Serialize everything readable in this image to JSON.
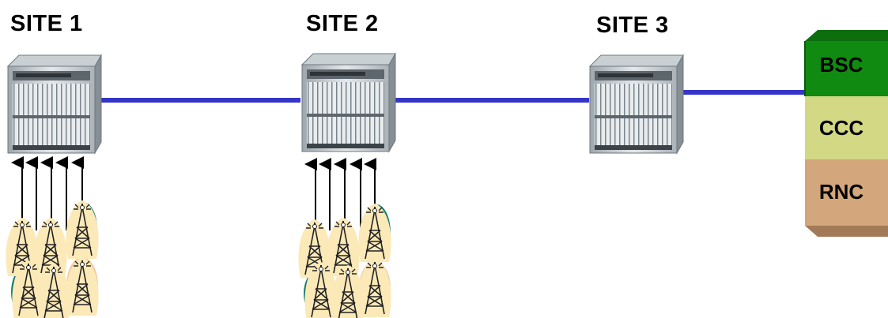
{
  "sites": [
    {
      "label": "SITE 1"
    },
    {
      "label": "SITE 2"
    },
    {
      "label": "SITE 3"
    }
  ],
  "controller_stack": {
    "blocks": [
      {
        "label": "BSC",
        "color": "#118a11"
      },
      {
        "label": "CCC",
        "color": "#d2d884"
      },
      {
        "label": "RNC",
        "color": "#d4a67c"
      }
    ]
  },
  "link_color": "#3535c8",
  "icons": [
    "transmission-rack-icon",
    "cell-tower-icon",
    "up-arrow-icon"
  ]
}
